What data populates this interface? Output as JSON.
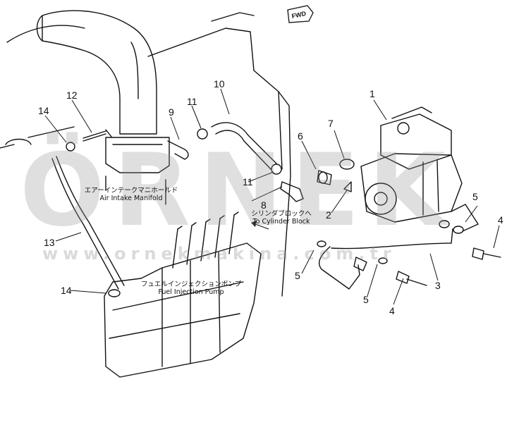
{
  "callouts": {
    "c1": "1",
    "c2": "2",
    "c3": "3",
    "c4a": "4",
    "c4b": "4",
    "c5a": "5",
    "c5b": "5",
    "c5c": "5",
    "c6": "6",
    "c7": "7",
    "c8": "8",
    "c9": "9",
    "c10": "10",
    "c11a": "11",
    "c11b": "11",
    "c12": "12",
    "c13": "13",
    "c14a": "14",
    "c14b": "14"
  },
  "labels": {
    "manifold_jp": "エアーインテークマニホールド",
    "manifold_en": "Air Intake Manifold",
    "cylinder_jp": "シリンダブロックへ",
    "cylinder_en": "To Cylinder Block",
    "pump_jp": "フュエルインジェクションポンプ",
    "pump_en": "Fuel Injection Pump"
  },
  "fwd_badge": "FWD",
  "watermark": {
    "word": "ÖRNEK",
    "url": "www.ornekmakina.com.tr"
  }
}
